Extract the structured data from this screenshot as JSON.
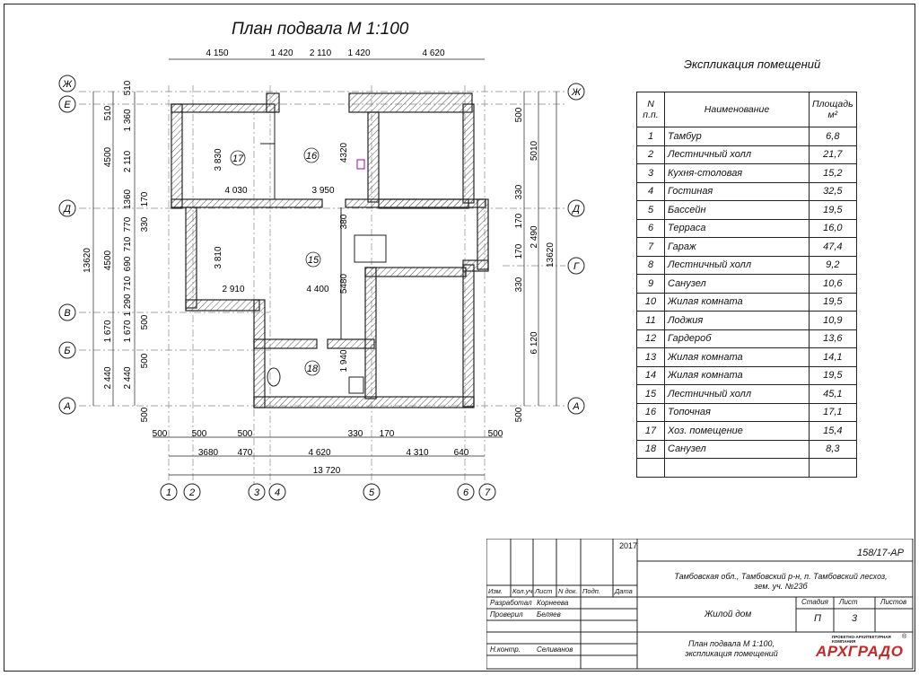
{
  "plan": {
    "title": "План подвала М 1:100",
    "axes_letters": [
      "Ж",
      "Е",
      "Д",
      "Г",
      "В",
      "Б",
      "А"
    ],
    "axes_numbers": [
      "1",
      "2",
      "3",
      "4",
      "5",
      "6",
      "7"
    ],
    "top_dims": [
      "4 150",
      "1 420",
      "2 110",
      "1 420",
      "4 620"
    ],
    "bottom_dims_row1": [
      "500",
      "500",
      "500",
      "330",
      "170",
      "500"
    ],
    "bottom_dims_row2": [
      "3680",
      "470",
      "4 620",
      "4 310",
      "640"
    ],
    "bottom_total": "13 720",
    "left_dims_outer": [
      "510",
      "4500",
      "13620",
      "4500",
      "1 670",
      "2 440"
    ],
    "left_dims_inner": [
      "510",
      "1 360",
      "2 110",
      "1360",
      "170",
      "330",
      "770",
      "710",
      "690",
      "710",
      "1 290",
      "500",
      "1 670",
      "500",
      "2 440",
      "500"
    ],
    "right_dims": [
      "500",
      "5010",
      "330",
      "170",
      "2 490",
      "13620",
      "170",
      "330",
      "6 120",
      "500"
    ],
    "room_dims": [
      "3 830",
      "4 030",
      "3 950",
      "4320",
      "380",
      "3 810",
      "2 910",
      "4 400",
      "5480",
      "1 940"
    ],
    "room_numbers": [
      "17",
      "16",
      "15",
      "18"
    ]
  },
  "explication": {
    "title": "Экспликация помещений",
    "headers": {
      "n": "N п.п.",
      "name": "Наименование",
      "area": "Площадь м²"
    },
    "rows": [
      {
        "n": "1",
        "name": "Тамбур",
        "area": "6,8"
      },
      {
        "n": "2",
        "name": "Лестничный холл",
        "area": "21,7"
      },
      {
        "n": "3",
        "name": "Кухня-столовая",
        "area": "15,2"
      },
      {
        "n": "4",
        "name": "Гостиная",
        "area": "32,5"
      },
      {
        "n": "5",
        "name": "Бассейн",
        "area": "19,5"
      },
      {
        "n": "6",
        "name": "Терраса",
        "area": "16,0"
      },
      {
        "n": "7",
        "name": "Гараж",
        "area": "47,4"
      },
      {
        "n": "8",
        "name": "Лестничный холл",
        "area": "9,2"
      },
      {
        "n": "9",
        "name": "Санузел",
        "area": "10,6"
      },
      {
        "n": "10",
        "name": "Жилая комната",
        "area": "19,5"
      },
      {
        "n": "11",
        "name": "Лоджия",
        "area": "10,9"
      },
      {
        "n": "12",
        "name": "Гардероб",
        "area": "13,6"
      },
      {
        "n": "13",
        "name": "Жилая комната",
        "area": "14,1"
      },
      {
        "n": "14",
        "name": "Жилая комната",
        "area": "19,5"
      },
      {
        "n": "15",
        "name": "Лестничный холл",
        "area": "45,1"
      },
      {
        "n": "16",
        "name": "Топочная",
        "area": "17,1"
      },
      {
        "n": "17",
        "name": "Хоз. помещение",
        "area": "15,4"
      },
      {
        "n": "18",
        "name": "Санузел",
        "area": "8,3"
      }
    ]
  },
  "stamp": {
    "year": "2017",
    "code": "158/17-АР",
    "address": "Тамбовская обл., Тамбовский р-н, п. Тамбовский лесхоз, зем. уч. №23б",
    "col_headers": [
      "Изм.",
      "Кол.уч",
      "Лист",
      "N док.",
      "Подп.",
      "Дата"
    ],
    "roles": [
      {
        "role": "Разработал",
        "name": "Корнеева"
      },
      {
        "role": "Проверил",
        "name": "Беляев"
      },
      {
        "role": "Н.контр.",
        "name": "Селиванов"
      }
    ],
    "object": "Жилой дом",
    "stage_headers": [
      "Стадия",
      "Лист",
      "Листов"
    ],
    "stage_values": [
      "П",
      "3",
      ""
    ],
    "sheet_name": "План подвала М 1:100, экспликация помещений",
    "logo_text": "АРХГРАДО",
    "logo_sub": "ПРОЕКТНО-АРХИТЕКТУРНАЯ КОМПАНИЯ"
  }
}
